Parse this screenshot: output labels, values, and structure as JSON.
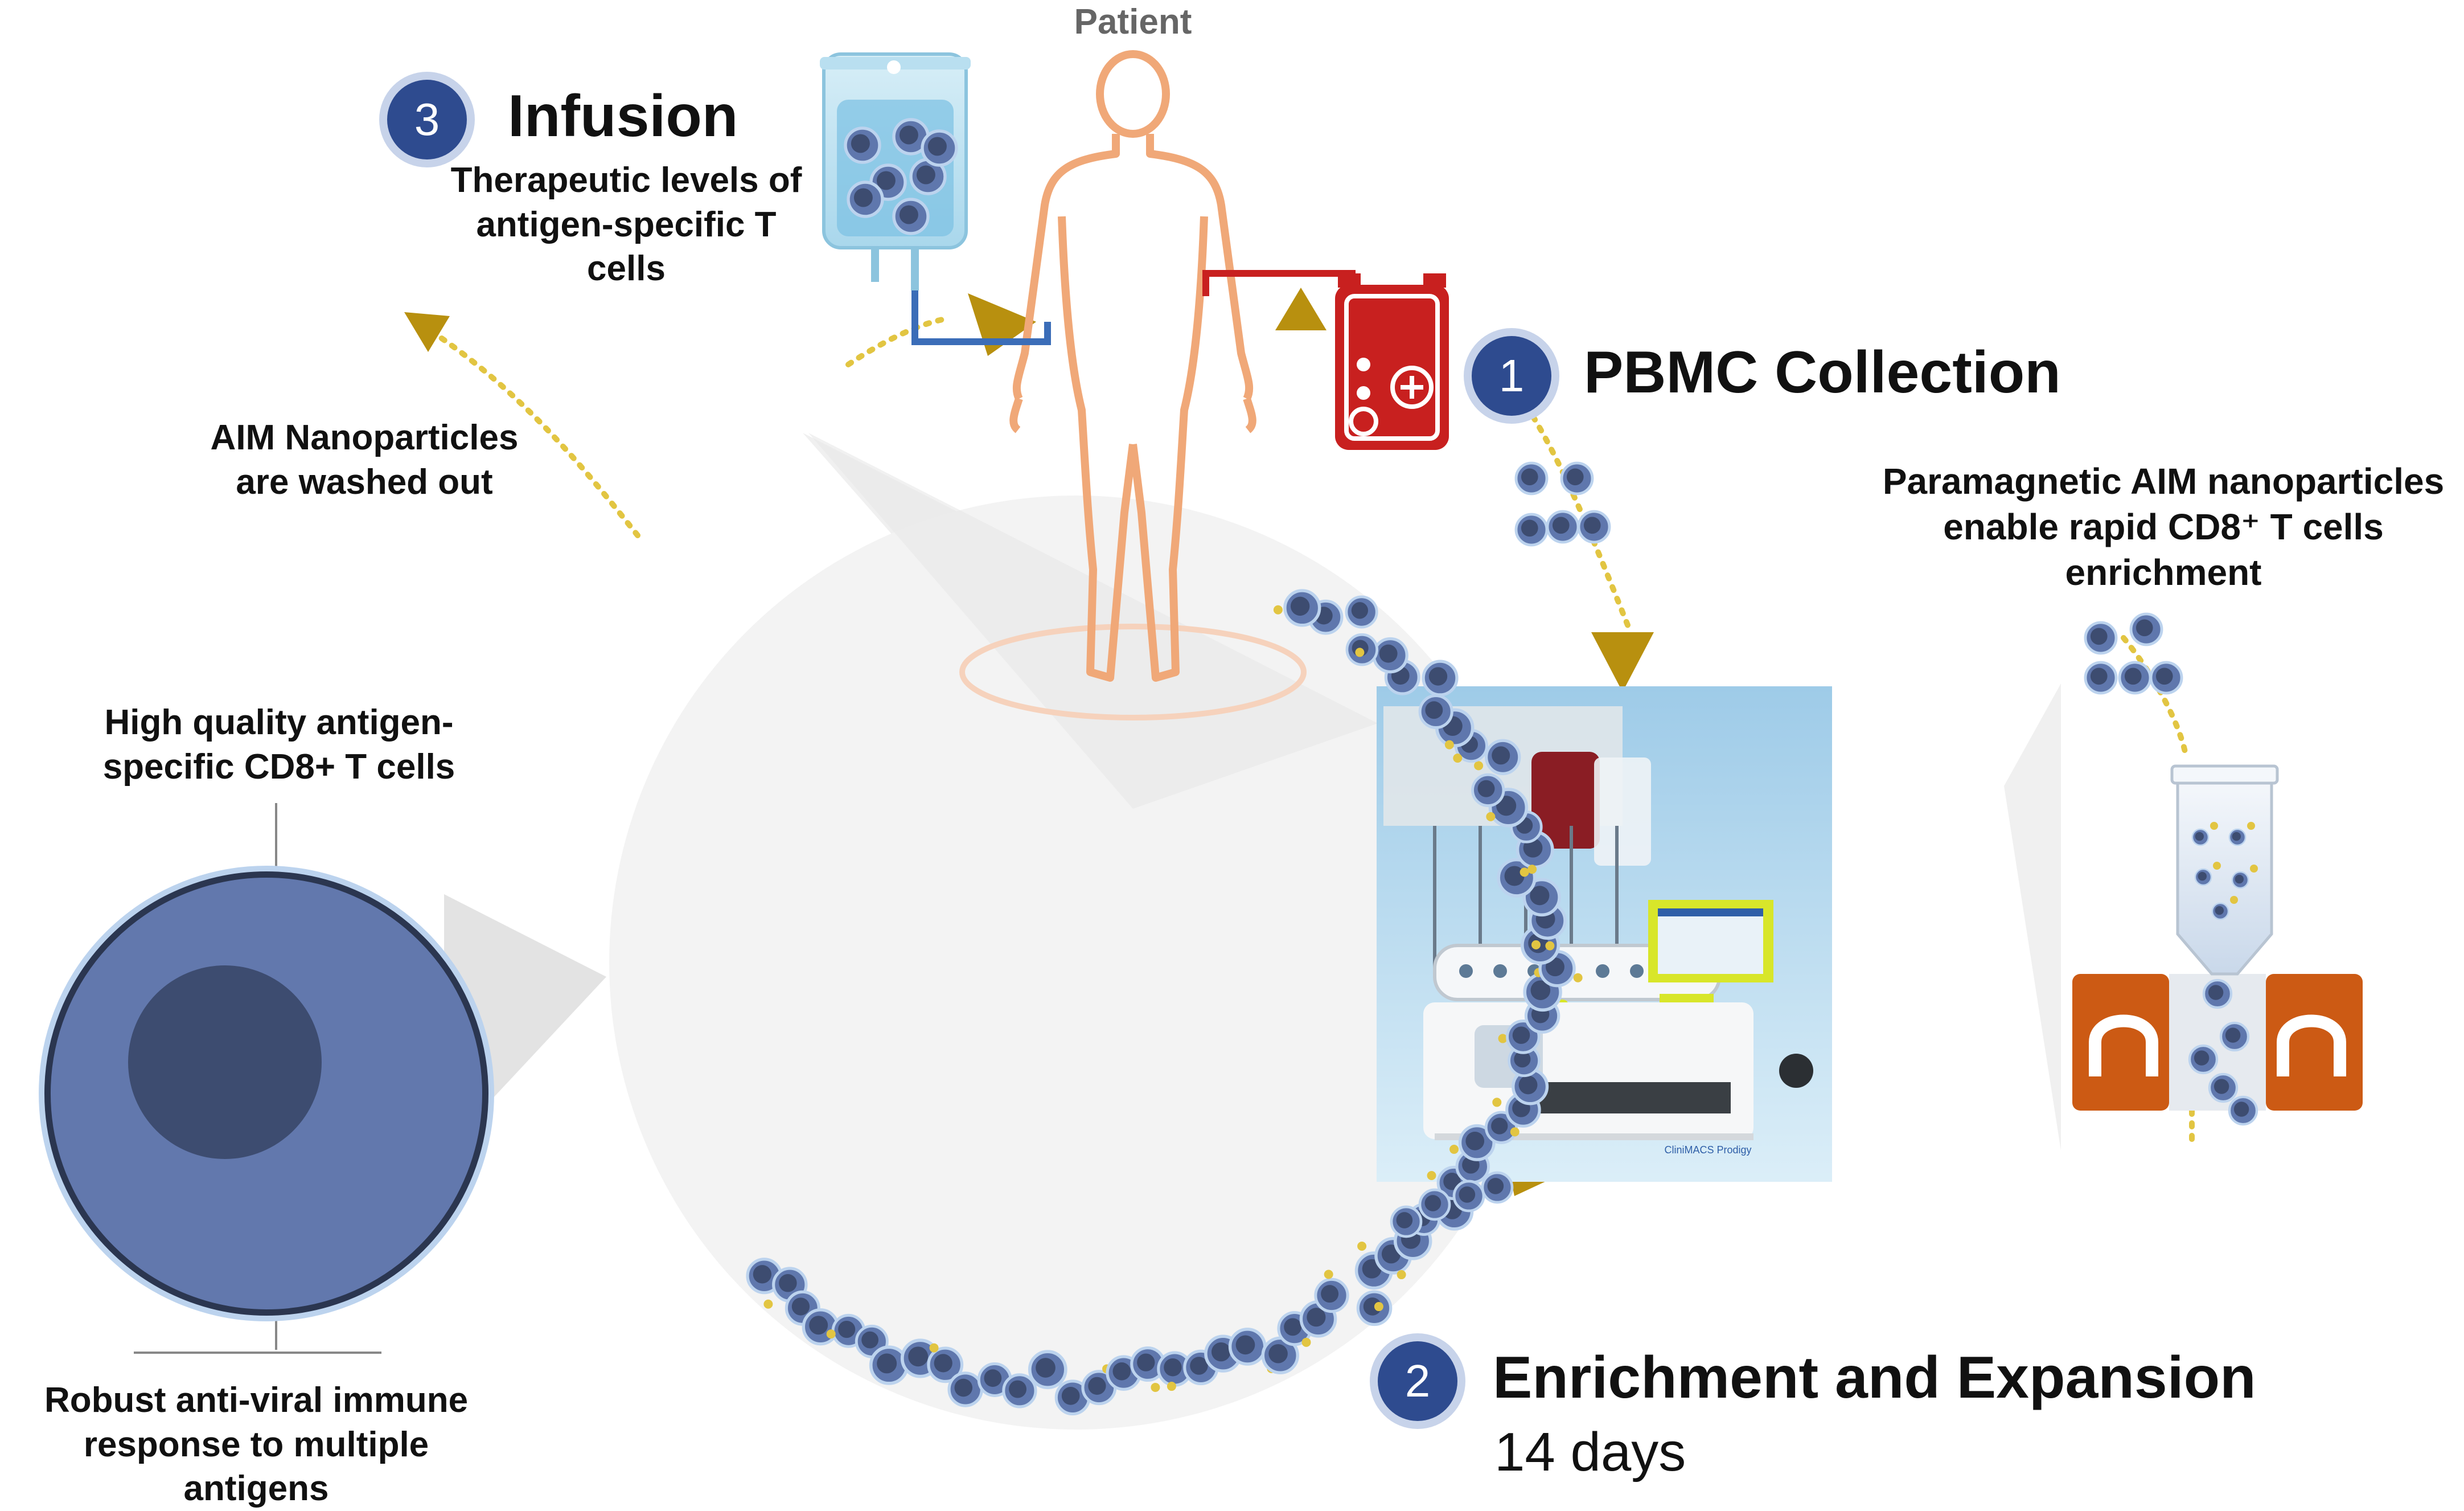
{
  "patient": {
    "label": "Patient"
  },
  "steps": [
    {
      "number": "3",
      "title": "Infusion",
      "subtitle": "",
      "description": "Therapeutic levels of antigen-specific T cells"
    },
    {
      "number": "1",
      "title": "PBMC Collection",
      "subtitle": "",
      "description": ""
    },
    {
      "number": "2",
      "title": "Enrichment and Expansion",
      "subtitle": "14 days",
      "description": ""
    }
  ],
  "annotations": {
    "washout": "AIM Nanoparticles are washed out",
    "enrichment": "Paramagnetic AIM nanoparticles enable rapid CD8⁺ T cells enrichment",
    "cell_quality": "High quality antigen-specific CD8+ T cells",
    "response": "Robust anti-viral immune response to multiple antigens"
  },
  "device": {
    "name": "CliniMACS Prodigy"
  },
  "icons": [
    "iv-bag-icon",
    "human-body-icon",
    "apheresis-machine-icon",
    "magnet-icon",
    "tube-icon",
    "t-cell-icon"
  ],
  "colors": {
    "badge": "#2e4b8f",
    "badge_ring": "#c7d3ea",
    "cell_fill": "#5f77ad",
    "cell_core": "#3d4c70",
    "nanoparticle": "#e2c542",
    "arrow": "#b8900f",
    "device_red": "#c8201f",
    "magnet": "#cc5a14",
    "body_outline": "#f0a878"
  }
}
